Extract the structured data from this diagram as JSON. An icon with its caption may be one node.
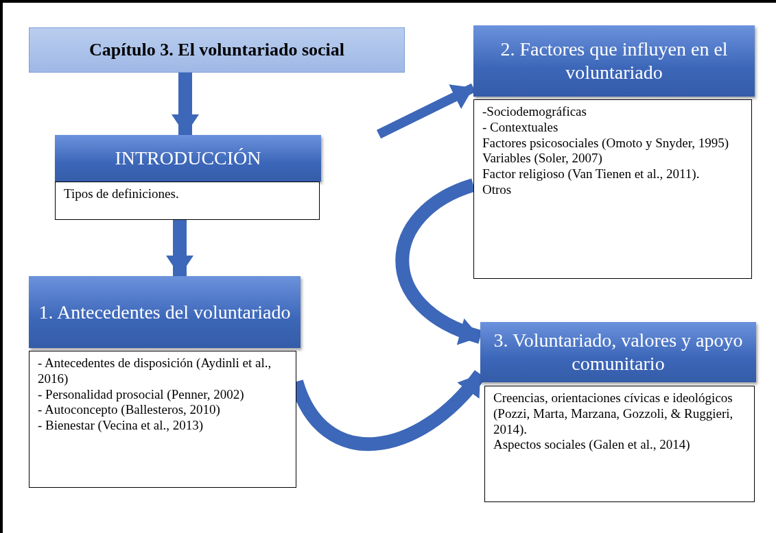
{
  "diagram": {
    "nodes": [
      {
        "text": [
          "Capítulo 3. El voluntariado social"
        ]
      },
      {
        "text": [
          "INTRODUCCIÓN"
        ]
      },
      {
        "text": [
          "Tipos de definiciones."
        ]
      },
      {
        "text": [
          "1. Antecedentes del voluntariado"
        ]
      },
      {
        "text": [
          "- Antecedentes de disposición (Aydinli et al., 2016)",
          "- Personalidad prosocial (Penner, 2002)",
          "- Autoconcepto (Ballesteros, 2010)",
          "- Bienestar (Vecina et al., 2013)"
        ]
      },
      {
        "text": [
          "2. Factores que influyen en el voluntariado"
        ]
      },
      {
        "text": [
          "-Sociodemográficas",
          "- Contextuales",
          "Factores psicosociales (Omoto y Snyder, 1995)",
          "Variables (Soler, 2007)",
          "Factor religioso (Van Tienen et al., 2011).",
          "Otros"
        ]
      },
      {
        "text": [
          "3. Voluntariado, valores y apoyo comunitario"
        ]
      },
      {
        "text": [
          "Creencias, orientaciones cívicas e ideológicos (Pozzi, Marta, Marzana, Gozzoli, & Ruggieri, 2014).",
          "Aspectos sociales (Galen et al., 2014)"
        ]
      }
    ],
    "edges": [
      {
        "from": 0,
        "to": 1,
        "arrow": "to"
      },
      {
        "from": 2,
        "to": 3,
        "arrow": "to"
      },
      {
        "from": null,
        "to": 5,
        "arrow": "to"
      },
      {
        "from": 6,
        "to": 7,
        "arrow": "to"
      },
      {
        "from": 4,
        "to": 7,
        "arrow": "to"
      }
    ]
  }
}
